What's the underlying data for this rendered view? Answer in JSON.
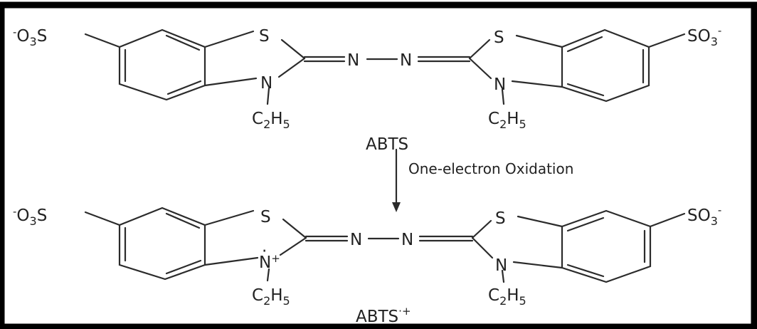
{
  "frame": {
    "border_color": "#000000",
    "background": "#ffffff"
  },
  "reactant": {
    "left_group": {
      "charge": "-",
      "o": "O",
      "o_sub": "3",
      "s": "S"
    },
    "right_group": {
      "s": "SO",
      "sub": "3",
      "charge": "-"
    },
    "ring_s_left": "S",
    "ring_s_right": "S",
    "azo_n1": "N",
    "azo_n2": "N",
    "ring_n_left": "N",
    "ring_n_right": "N",
    "ethyl_left": {
      "c": "C",
      "c_sub": "2",
      "h": "H",
      "h_sub": "5"
    },
    "ethyl_right": {
      "c": "C",
      "c_sub": "2",
      "h": "H",
      "h_sub": "5"
    },
    "name": "ABTS"
  },
  "reaction": {
    "label": "One-electron Oxidation"
  },
  "product": {
    "left_group": {
      "charge": "-",
      "o": "O",
      "o_sub": "3",
      "s": "S"
    },
    "right_group": {
      "s": "SO",
      "sub": "3",
      "charge": "-"
    },
    "ring_s_left": "S",
    "ring_s_right": "S",
    "azo_n1": "N",
    "azo_n2": "N",
    "ring_n_left": "N",
    "ring_n_left_radical": "·",
    "ring_n_left_charge": "+",
    "ring_n_right": "N",
    "ethyl_left": {
      "c": "C",
      "c_sub": "2",
      "h": "H",
      "h_sub": "5"
    },
    "ethyl_right": {
      "c": "C",
      "c_sub": "2",
      "h": "H",
      "h_sub": "5"
    },
    "name": "ABTS",
    "name_suffix": "·+"
  }
}
